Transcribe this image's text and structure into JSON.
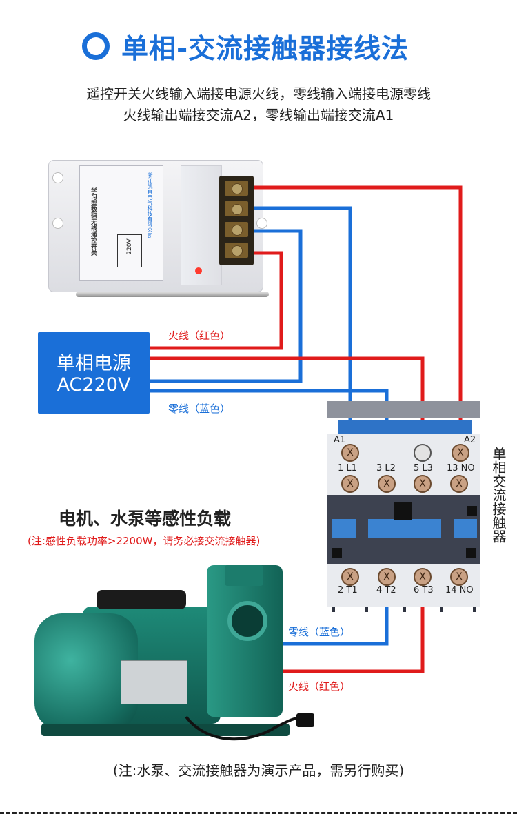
{
  "header": {
    "title": "单相-交流接触器接线法",
    "line_1": "遥控开关火线输入端接电源火线，零线输入端接电源零线",
    "line_2": "火线输出端接交流A2，零线输出端接交流A1"
  },
  "remote": {
    "name_text": "学习型数码无线遥控开关",
    "company_text": "浙江凯直电气科技有限公司",
    "voltage_text": "220V"
  },
  "power": {
    "line_1": "单相电源",
    "line_2": "AC220V"
  },
  "wires": {
    "live_top": "火线（红色）",
    "neutral_top": "零线（蓝色）",
    "neutral_bottom": "零线（蓝色）",
    "live_bottom": "火线（红色）"
  },
  "contactor": {
    "side_label": "单相交流接触器",
    "coil_left": "A1",
    "coil_right": "A2",
    "top_terminals": [
      "1 L1",
      "3 L2",
      "5 L3",
      "13 NO"
    ],
    "bottom_terminals": [
      "2 T1",
      "4 T2",
      "6 T3",
      "14 NO"
    ],
    "terminal_mark": "X"
  },
  "load": {
    "title": "电机、水泵等感性负载",
    "note": "(注:感性负载功率>2200W，请务必接交流接触器)"
  },
  "footer": {
    "note": "(注:水泵、交流接触器为演示产品，需另行购买)"
  },
  "colors": {
    "accent_blue": "#1a6fd8",
    "live_red": "#e01b1b",
    "neutral_blue": "#1a6fd8"
  }
}
